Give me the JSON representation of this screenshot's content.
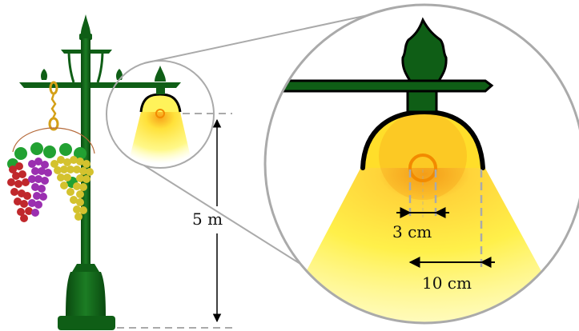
{
  "labels": {
    "height": "5 m",
    "inner_width": "3 cm",
    "outer_width": "10 cm"
  },
  "colors": {
    "post": "#0f5e16",
    "post_dark": "#083d0c",
    "post_light": "#1f8a27",
    "light_core": "#f7a21b",
    "light_glow": "#fff35a",
    "bulb_ring": "#f28a00",
    "zoom_outline": "#aaaaaa",
    "guide_dash": "#aaaaaa",
    "chain": "#d4a017",
    "grape_purple": "#9b2fb0",
    "grape_red": "#c0282c",
    "grape_yellow": "#d4c22e",
    "leaf_green": "#22a132"
  },
  "icons": {
    "lamp_post": "lamp-post-icon",
    "grape_basket": "grape-basket-icon",
    "zoom_lens": "magnifier-circle-icon"
  }
}
